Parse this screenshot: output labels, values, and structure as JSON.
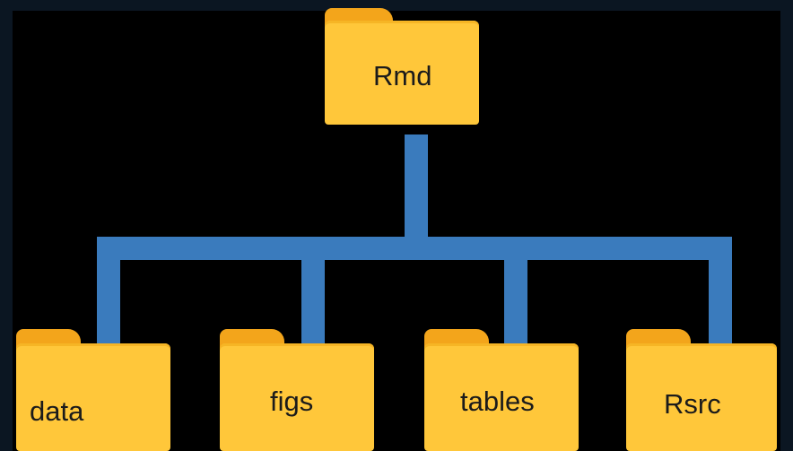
{
  "root": {
    "label": "Rmd"
  },
  "children": [
    {
      "label": "data"
    },
    {
      "label": "figs"
    },
    {
      "label": "tables"
    },
    {
      "label": "Rsrc"
    }
  ],
  "colors": {
    "background": "#000000",
    "frame": "#0b1622",
    "connector": "#3a7bbd",
    "folder_body": "#ffc73a",
    "folder_tab": "#f3a51b",
    "label_text": "#1b1b1b"
  },
  "icons": {
    "node": "folder-icon"
  }
}
